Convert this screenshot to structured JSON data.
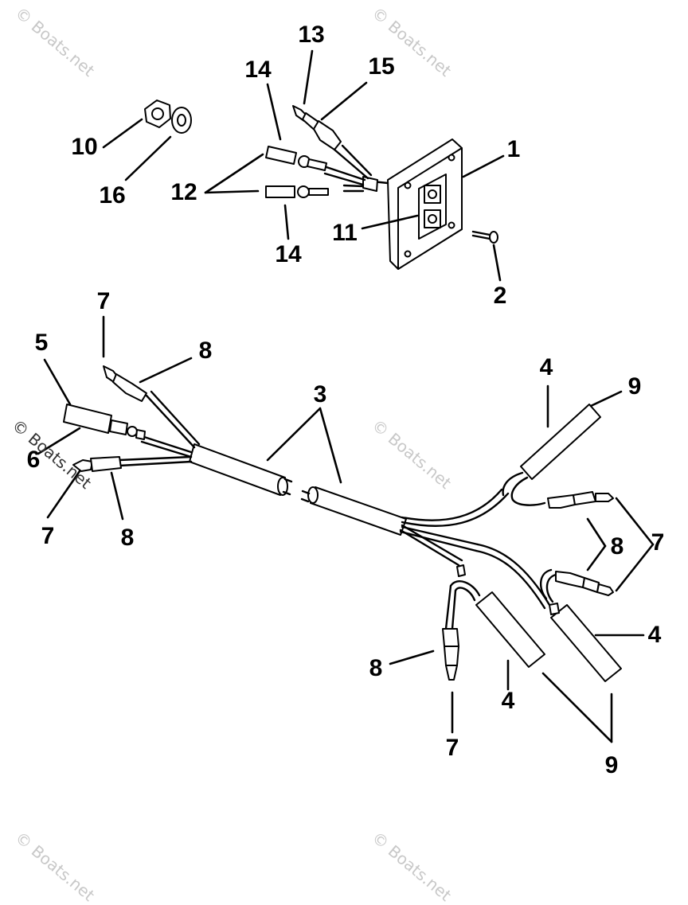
{
  "watermark": "© Boats.net",
  "callouts": {
    "c1": "1",
    "c2": "2",
    "c3": "3",
    "c4a": "4",
    "c4b": "4",
    "c4c": "4",
    "c5": "5",
    "c6": "6",
    "c7a": "7",
    "c7b": "7",
    "c7c": "7",
    "c7d": "7",
    "c8a": "8",
    "c8b": "8",
    "c8c": "8",
    "c8d": "8",
    "c9a": "9",
    "c9b": "9",
    "c10": "10",
    "c11": "11",
    "c12": "12",
    "c13": "13",
    "c14a": "14",
    "c14b": "14",
    "c15": "15",
    "c16": "16"
  }
}
